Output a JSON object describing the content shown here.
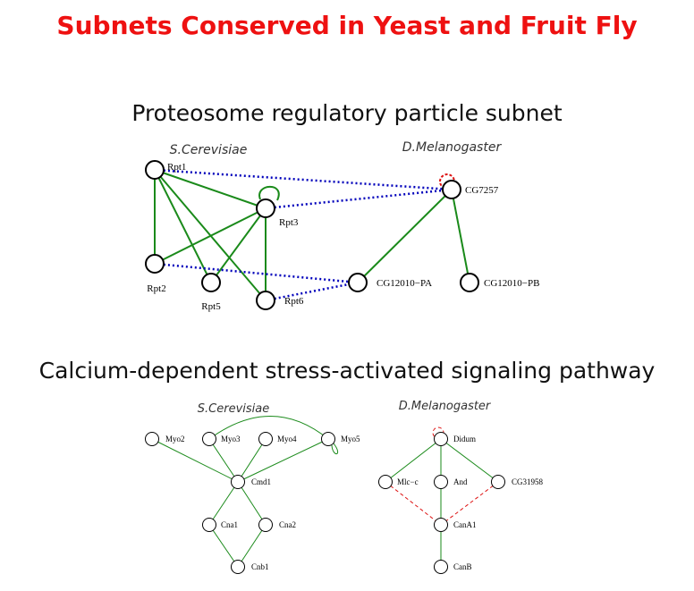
{
  "title": "Subnets Conserved in Yeast and Fruit Fly",
  "colors": {
    "title": "#ee1111",
    "conserved_edge": "#1a8a1a",
    "cross_link": "#0000bb",
    "dashed_self": "#dd1111"
  },
  "panels": [
    {
      "title": "Proteosome regulatory particle subnet",
      "species_left": "S.Cerevisiae",
      "species_right": "D.Melanogaster",
      "nodes": [
        {
          "id": "Rpt1",
          "label": "Rpt1"
        },
        {
          "id": "Rpt3",
          "label": "Rpt3"
        },
        {
          "id": "Rpt2",
          "label": "Rpt2"
        },
        {
          "id": "Rpt5",
          "label": "Rpt5"
        },
        {
          "id": "Rpt6",
          "label": "Rpt6"
        },
        {
          "id": "CG7257",
          "label": "CG7257"
        },
        {
          "id": "CG12010-PA",
          "label": "CG12010−PA"
        },
        {
          "id": "CG12010-PB",
          "label": "CG12010−PB"
        }
      ]
    },
    {
      "title": "Calcium-dependent stress-activated signaling pathway",
      "species_left": "S.Cerevisiae",
      "species_right": "D.Melanogaster",
      "nodes": [
        {
          "id": "Myo2",
          "label": "Myo2"
        },
        {
          "id": "Myo3",
          "label": "Myo3"
        },
        {
          "id": "Myo4",
          "label": "Myo4"
        },
        {
          "id": "Myo5",
          "label": "Myo5"
        },
        {
          "id": "Cmd1",
          "label": "Cmd1"
        },
        {
          "id": "Cna1",
          "label": "Cna1"
        },
        {
          "id": "Cna2",
          "label": "Cna2"
        },
        {
          "id": "Cnb1",
          "label": "Cnb1"
        },
        {
          "id": "Didum",
          "label": "Didum"
        },
        {
          "id": "Mlc-c",
          "label": "Mlc−c"
        },
        {
          "id": "And",
          "label": "And"
        },
        {
          "id": "CG31958",
          "label": "CG31958"
        },
        {
          "id": "CanA1",
          "label": "CanA1"
        },
        {
          "id": "CanB",
          "label": "CanB"
        }
      ]
    }
  ]
}
